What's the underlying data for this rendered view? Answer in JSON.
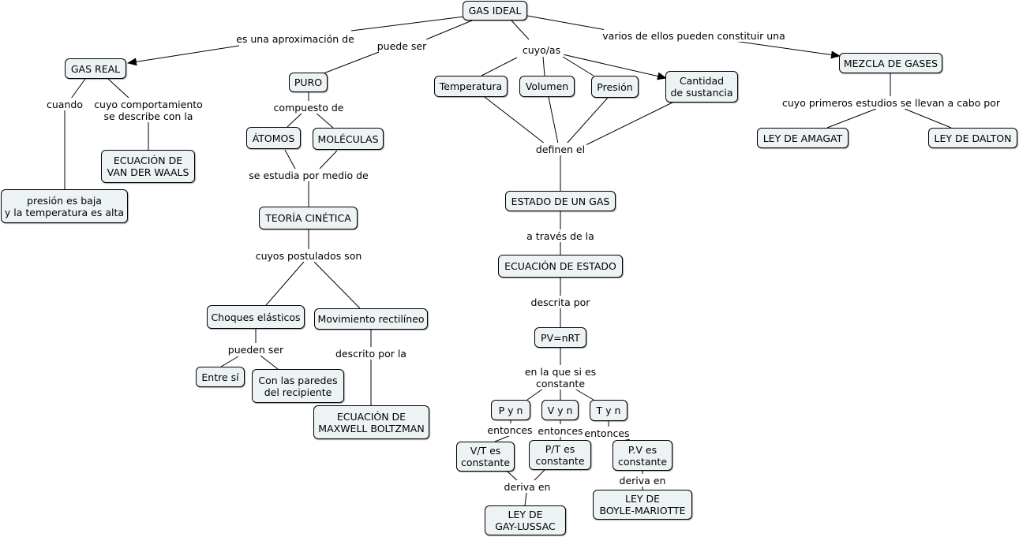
{
  "concepts": {
    "gas_ideal": "GAS IDEAL",
    "gas_real": "GAS REAL",
    "puro": "PURO",
    "temperatura": "Temperatura",
    "volumen": "Volumen",
    "presion": "Presión",
    "cantidad": "Cantidad\nde sustancia",
    "mezcla": "MEZCLA DE GASES",
    "van_der_waals": "ECUACIÓN DE\nVAN DER WAALS",
    "presion_baja": "presión es baja\ny la temperatura es alta",
    "atomos": "ÁTOMOS",
    "moleculas": "MOLÉCULAS",
    "teoria_cinetica": "TEORÍA CINÉTICA",
    "choques": "Choques elásticos",
    "movimiento": "Movimiento rectilíneo",
    "entre_si": "Entre sí",
    "paredes": "Con las paredes\ndel recipiente",
    "maxwell": "ECUACIÓN DE\nMAXWELL BOLTZMAN",
    "estado_gas": "ESTADO DE UN GAS",
    "ecuacion_estado": "ECUACIÓN DE ESTADO",
    "pvnrt": "PV=nRT",
    "p_y_n": "P y n",
    "v_y_n": "V y n",
    "t_y_n": "T y n",
    "vt_const": "V/T es\nconstante",
    "pt_const": "P/T es\nconstante",
    "pv_const": "P.V es\nconstante",
    "gay_lussac": "LEY DE\nGAY-LUSSAC",
    "boyle": "LEY DE\nBOYLE-MARIOTTE",
    "amagat": "LEY DE AMAGAT",
    "dalton": "LEY DE DALTON"
  },
  "links": {
    "aproximacion": "es una aproximación de",
    "puede_ser": "puede ser",
    "cuyo_as": "cuyo/as",
    "varios": "varios de ellos pueden constituir una",
    "cuando": "cuando",
    "comportamiento": "cuyo comportamiento\nse describe con la",
    "compuesto": "compuesto de",
    "estudia": "se estudia por medio de",
    "postulados": "cuyos postulados son",
    "pueden_ser": "pueden ser",
    "descrito": "descrito por la",
    "definen": "definen el",
    "traves": "a través de la",
    "descrita": "descrita por",
    "si_es_constante": "en la que si es\nconstante",
    "entonces_1": "entonces",
    "entonces_2": "entonces",
    "entonces_3": "entonces",
    "deriva_1": "deriva en",
    "deriva_2": "deriva en",
    "primeros_estudios": "cuyo primeros estudios se llevan a cabo por"
  },
  "colors": {
    "node_fill": "#edf3f4",
    "stroke": "#000000",
    "background": "#ffffff"
  }
}
